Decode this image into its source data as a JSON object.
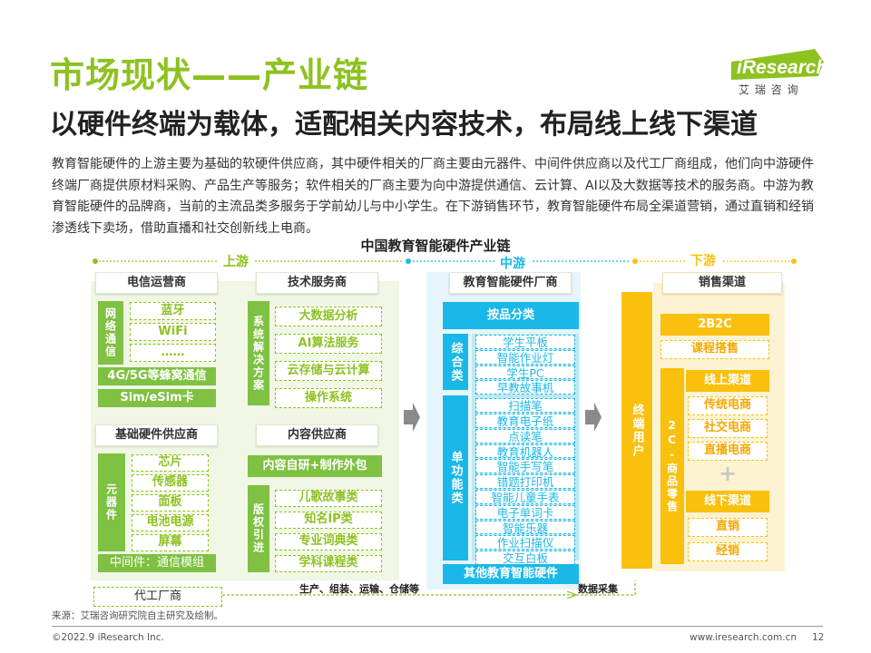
{
  "header": {
    "title": "市场现状——产业链",
    "subtitle": "以硬件终端为载体，适配相关内容技术，布局线上线下渠道",
    "brand": "iResearch",
    "brand_cn": "艾 瑞 咨 询"
  },
  "paragraph": "教育智能硬件的上游主要为基础的软硬件供应商，其中硬件相关的厂商主要由元器件、中间件供应商以及代工厂商组成，他们向中游硬件终端厂商提供原材料采购、产品生产等服务；软件相关的厂商主要为向中游提供通信、云计算、AI以及大数据等技术的服务商。中游为教育智能硬件的品牌商，当前的主流品类多服务于学前幼儿与中小学生。在下游销售环节，教育智能硬件布局全渠道营销，通过直销和经销渗透线下卖场，借助直播和社交创新线上电商。",
  "diagram": {
    "title": "中国教育智能硬件产业链",
    "stages": {
      "up": "上游",
      "mid": "中游",
      "down": "下游"
    },
    "telecom": {
      "header": "电信运营商",
      "side": "网络通信",
      "items": [
        "蓝牙",
        "WiFi",
        "……"
      ],
      "bars": [
        "4G/5G等蜂窝通信",
        "Sim/eSim卡"
      ]
    },
    "tech": {
      "header": "技术服务商",
      "side": "系统解决方案",
      "items": [
        "大数据分析",
        "AI算法服务",
        "云存储与云计算",
        "操作系统"
      ]
    },
    "hardware": {
      "header": "基础硬件供应商",
      "side": "元器件",
      "items": [
        "芯片",
        "传感器",
        "面板",
        "电池电源",
        "屏幕"
      ],
      "bar": "中间件：通信模组"
    },
    "content": {
      "header": "内容供应商",
      "top": "内容自研+制作外包",
      "side": "版权引进",
      "items": [
        "儿歌故事类",
        "知名IP类",
        "专业词典类",
        "学科课程类"
      ]
    },
    "oem": "代工厂商",
    "flow_text": "生产、组装、运输、仓储等",
    "mid_block": {
      "header": "教育智能硬件厂商",
      "category": "按品分类",
      "group1_label": "综合类",
      "group1": [
        "学生平板",
        "智能作业灯",
        "学生PC",
        "早教故事机"
      ],
      "group2_label": "单功能类",
      "group2": [
        "扫描笔",
        "教育电子纸",
        "点读笔",
        "教育机器人",
        "智能手写笔",
        "错题打印机",
        "智能儿童手表",
        "电子单词卡",
        "智能乐器",
        "作业扫描仪",
        "交互白板"
      ],
      "other": "其他教育智能硬件"
    },
    "data_collect": "数据采集",
    "end_user": "终端用户",
    "sales": {
      "header": "销售渠道",
      "b2b": "2B2C",
      "b2b_item": "课程搭售",
      "b2c_side": "2C-商品零售",
      "online": "线上渠道",
      "online_items": [
        "传统电商",
        "社交电商",
        "直播电商"
      ],
      "plus": "+",
      "offline": "线下渠道",
      "offline_items": [
        "直销",
        "经销"
      ]
    }
  },
  "footer": {
    "source": "来源：艾瑞咨询研究院自主研究及绘制。",
    "copyright": "©2022.9 iResearch Inc.",
    "url": "www.iresearch.com.cn",
    "page": "12"
  },
  "colors": {
    "green": "#8dc21f",
    "cyan": "#1ab8e8",
    "yellow": "#f9c00e"
  }
}
